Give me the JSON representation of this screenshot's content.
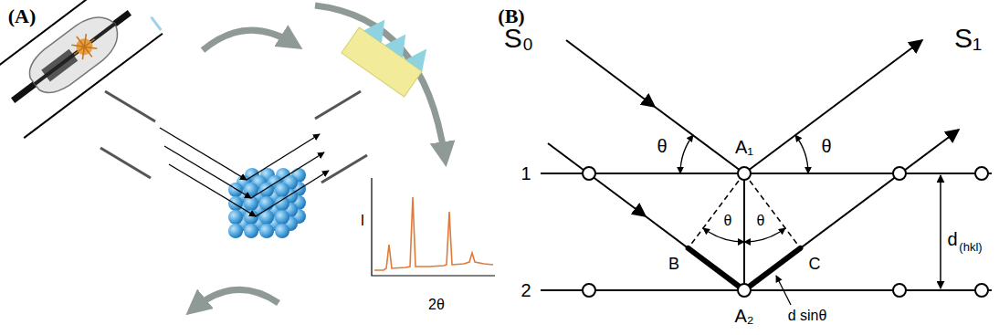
{
  "diagram": {
    "labels": [
      "(A)",
      "(B)",
      "I",
      "2θ",
      "S₀",
      "S₁",
      "θ",
      "θ",
      "θ",
      "θ",
      "A₁",
      "A₂",
      "1",
      "2",
      "B",
      "C",
      "d",
      "(hkl)",
      "d sinθ"
    ]
  }
}
